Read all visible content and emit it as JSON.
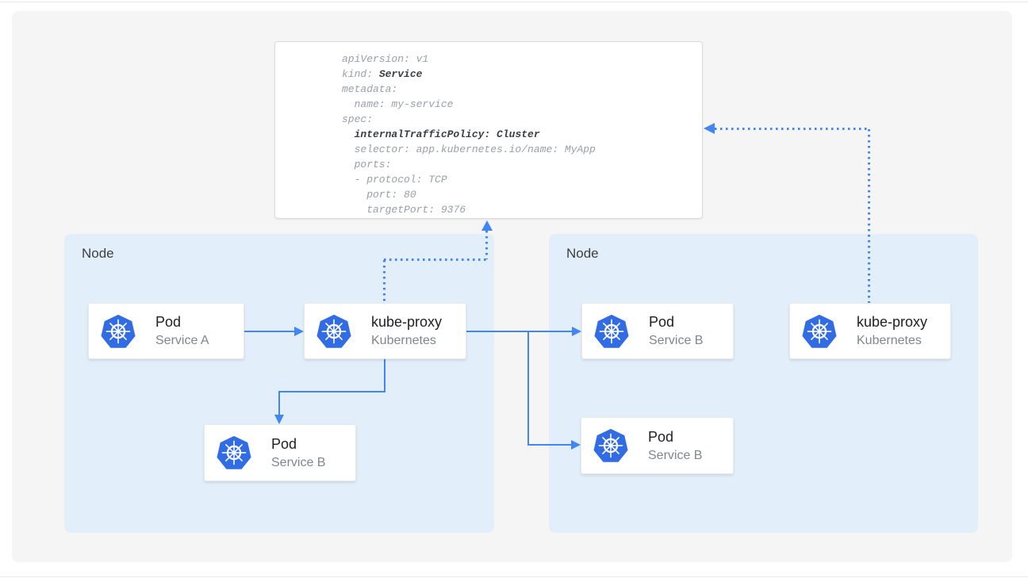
{
  "yaml": {
    "lines": [
      [
        {
          "t": "apiVersion: v1",
          "b": false
        }
      ],
      [
        {
          "t": "kind: ",
          "b": false
        },
        {
          "t": "Service",
          "b": true
        }
      ],
      [
        {
          "t": "metadata:",
          "b": false
        }
      ],
      [
        {
          "t": "  name: my-service",
          "b": false
        }
      ],
      [
        {
          "t": "spec:",
          "b": false
        }
      ],
      [
        {
          "t": "  ",
          "b": false
        },
        {
          "t": "internalTrafficPolicy: Cluster",
          "b": true
        }
      ],
      [
        {
          "t": "  selector: app.kubernetes.io/name: MyApp",
          "b": false
        }
      ],
      [
        {
          "t": "  ports:",
          "b": false
        }
      ],
      [
        {
          "t": "  - protocol: TCP",
          "b": false
        }
      ],
      [
        {
          "t": "    port: 80",
          "b": false
        }
      ],
      [
        {
          "t": "    targetPort: 9376",
          "b": false
        }
      ]
    ]
  },
  "nodes": [
    {
      "label": "Node"
    },
    {
      "label": "Node"
    }
  ],
  "cards": [
    {
      "id": "pod-service-a",
      "title": "Pod",
      "subtitle": "Service A",
      "icon": "kubernetes-icon"
    },
    {
      "id": "kube-proxy-left",
      "title": "kube-proxy",
      "subtitle": "Kubernetes",
      "icon": "kubernetes-icon"
    },
    {
      "id": "pod-service-b-left",
      "title": "Pod",
      "subtitle": "Service B",
      "icon": "kubernetes-icon"
    },
    {
      "id": "pod-service-b-right-top",
      "title": "Pod",
      "subtitle": "Service B",
      "icon": "kubernetes-icon"
    },
    {
      "id": "pod-service-b-right-bottom",
      "title": "Pod",
      "subtitle": "Service B",
      "icon": "kubernetes-icon"
    },
    {
      "id": "kube-proxy-right",
      "title": "kube-proxy",
      "subtitle": "Kubernetes",
      "icon": "kubernetes-icon"
    }
  ],
  "colors": {
    "arrow": "#4285F4",
    "kubernetes_blue": "#326CE5",
    "node_background": "#E2EFFB",
    "canvas_background": "#F5F5F6",
    "yaml_text": "#9AA0A6",
    "yaml_bold_text": "#3C4043"
  }
}
